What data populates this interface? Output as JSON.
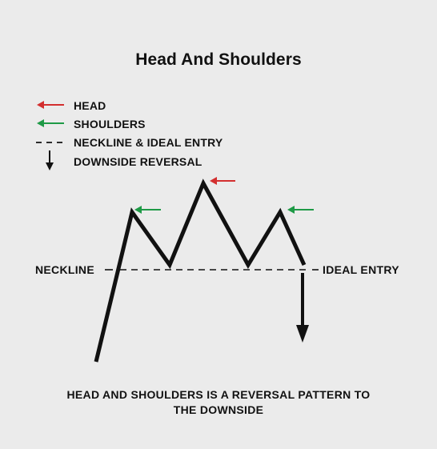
{
  "title": "Head And Shoulders",
  "legend": [
    {
      "label": "HEAD",
      "icon": "red-arrow-left-icon",
      "color": "#d32f2f"
    },
    {
      "label": "SHOULDERS",
      "icon": "green-arrow-left-icon",
      "color": "#1e9a46"
    },
    {
      "label": "NECKLINE & IDEAL ENTRY",
      "icon": "dashed-line-icon",
      "color": "#111111"
    },
    {
      "label": "DOWNSIDE REVERSAL",
      "icon": "arrow-down-icon",
      "color": "#111111"
    }
  ],
  "labels": {
    "neckline": "NECKLINE",
    "ideal_entry": "IDEAL ENTRY"
  },
  "caption": {
    "line1": "HEAD AND SHOULDERS IS A REVERSAL PATTERN TO",
    "line2": "THE DOWNSIDE"
  },
  "colors": {
    "background": "#ebebeb",
    "line": "#111111",
    "head_arrow": "#d32f2f",
    "shoulder_arrow": "#1e9a46"
  }
}
